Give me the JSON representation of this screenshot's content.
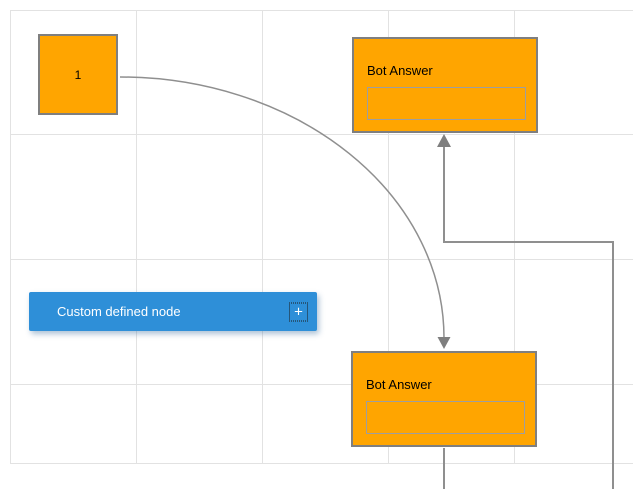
{
  "canvas": {
    "name": "flowchart-diagram-canvas"
  },
  "colors": {
    "node_orange": "#FFA500",
    "node_border": "#7F7F7F",
    "accent_blue": "#2E8FD8",
    "connector": "#8F8F8F",
    "arrowhead": "#7F7F7F",
    "grid_line": "#E2E2E2",
    "inner_box_border": "#9E9E9E",
    "label_dark": "#000000",
    "label_light": "#FFFFFF"
  },
  "nodes": {
    "start": {
      "label": "1"
    },
    "bot_answer_top": {
      "title": "Bot Answer"
    },
    "bot_answer_bottom": {
      "title": "Bot Answer"
    },
    "custom": {
      "label": "Custom defined node",
      "add_glyph": "+"
    }
  }
}
